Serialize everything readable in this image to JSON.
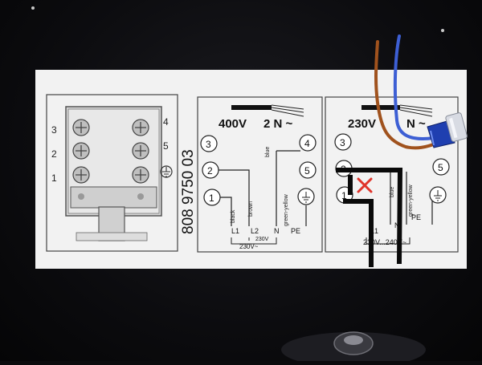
{
  "label": {
    "part_number": "808 9750 03",
    "left_numbers": [
      "3",
      "2",
      "1"
    ],
    "right_numbers": [
      "4",
      "5"
    ],
    "mid": {
      "voltage": "400V",
      "phase": "2 N ~",
      "terminals": [
        "3",
        "2",
        "1",
        "4",
        "5"
      ],
      "wire_colors": [
        "black",
        "brown",
        "blue",
        "green-yellow"
      ],
      "line_labels": [
        "L1",
        "L2",
        "N",
        "PE"
      ],
      "sub_voltage": "230V",
      "bottom_voltage": "230V~"
    },
    "right": {
      "voltage": "230V",
      "phase": "N ~",
      "terminals": [
        "3",
        "2",
        "1",
        "5"
      ],
      "wire_colors": [
        "blue",
        "green-yellow"
      ],
      "line_labels": [
        "L1",
        "N",
        "PE"
      ],
      "bottom_voltage": "230V...240V~"
    }
  },
  "overlay_colors": {
    "black_wire": "#0a0a0a",
    "brown_wire": "#a0521d",
    "blue_wire": "#3d5fd4",
    "cross": "#e0342a",
    "ferrule": "#1f3fb0"
  }
}
